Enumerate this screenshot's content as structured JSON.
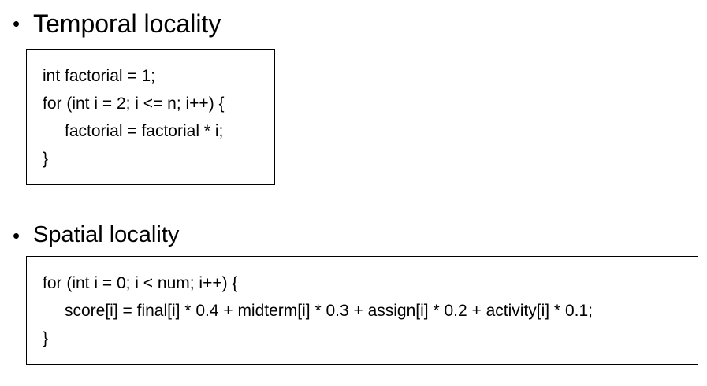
{
  "temporal": {
    "bullet": "•",
    "heading": "Temporal locality",
    "code": [
      "int factorial = 1;",
      "for (int i = 2; i <= n; i++) {",
      "factorial = factorial * i;",
      "}"
    ]
  },
  "spatial": {
    "bullet": "•",
    "heading": "Spatial locality",
    "code": [
      "for (int i = 0; i < num; i++) {",
      "score[i] = final[i] * 0.4 + midterm[i] * 0.3 + assign[i] * 0.2 + activity[i] * 0.1;",
      "}"
    ]
  }
}
